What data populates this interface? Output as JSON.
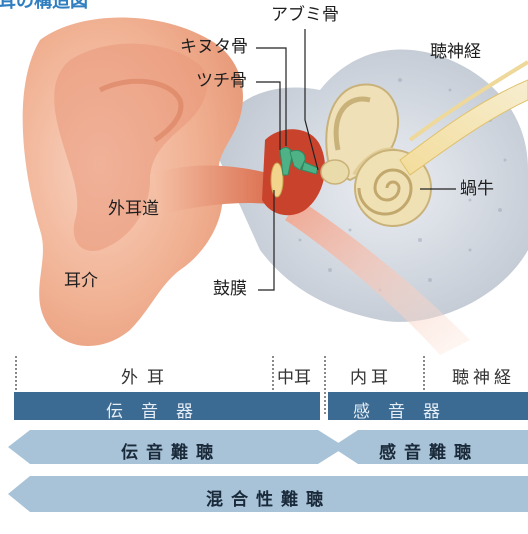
{
  "header_fragment": "耳の構造図",
  "labels": {
    "stapes": "アブミ骨",
    "incus": "キヌタ骨",
    "malleus": "ツチ骨",
    "auditory_nerve": "聴神経",
    "cochlea": "蝸牛",
    "ear_canal": "外耳道",
    "pinna": "耳介",
    "eardrum": "鼓膜"
  },
  "sections": {
    "outer_ear": "外耳",
    "middle_ear": "中耳",
    "inner_ear": "内耳",
    "nerve": "聴神経"
  },
  "organ_bars": {
    "conductive": "伝音器",
    "sensorineural": "感音器"
  },
  "hearing_loss": {
    "conductive": "伝音難聴",
    "sensorineural": "感音難聴",
    "mixed": "混合性難聴"
  },
  "colors": {
    "skin": "#f3b79c",
    "bone": "#c9cfd8",
    "bar": "#3b6a93",
    "arrow": "#a8c3d8",
    "nerve": "#e8c86a",
    "ossicle": "#4fb287"
  }
}
